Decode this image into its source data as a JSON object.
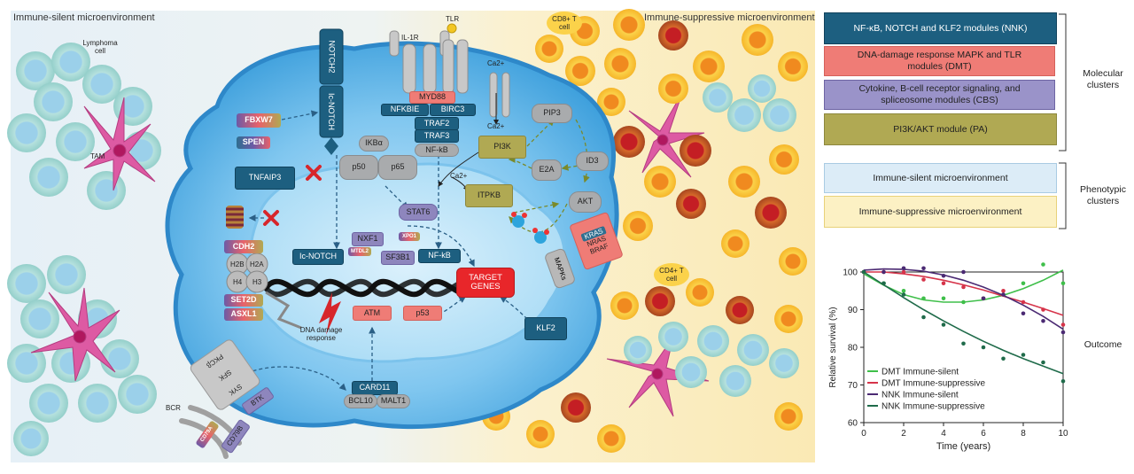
{
  "environments": {
    "left_title": "Immune-silent microenvironment",
    "right_title": "Immune-suppressive microenvironment"
  },
  "cells": {
    "lymphoma": "Lymphoma cell",
    "tam_top": "TAM",
    "cd8": "CD8+ T cell",
    "cd4": "CD4+ T cell"
  },
  "receptors": {
    "notch2": "NOTCH2",
    "ic_notch_membrane": "Ic-NOTCH",
    "il1r": "IL-1R",
    "tlr": "TLR",
    "ca_top": "Ca2+",
    "bcr": "BCR"
  },
  "nodes": {
    "myd88": "MYD88",
    "nfkbie": "NFKBIE",
    "birc3": "BIRC3",
    "traf2": "TRAF2",
    "traf3": "TRAF3",
    "nfkb_top": "NF-kB",
    "ikba": "IKBα",
    "p50": "p50",
    "p65": "p65",
    "fbxw7": "FBXW7",
    "spen": "SPEN",
    "tnfaip3": "TNFAIP3",
    "pi3k": "PI3K",
    "pip3": "PIP3",
    "e2a": "E2A",
    "id3": "ID3",
    "akt": "AKT",
    "ca_mid": "Ca2+",
    "ca_low": "Ca2+",
    "itpkb": "ITPKB",
    "stat6": "STAT6",
    "nxf1": "NXF1",
    "xpo1": "XPO1",
    "mtdl2": "MTDL2",
    "sf3b1": "SF3B1",
    "nfkb_nuc": "NF-kB",
    "ic_notch_nuc": "Ic-NOTCH",
    "target_genes": "TARGET GENES",
    "cdh2": "CDH2",
    "h2b": "H2B",
    "h2a": "H2A",
    "h4": "H4",
    "h3": "H3",
    "setd2": "SET2D",
    "asxl1": "ASXL1",
    "atm": "ATM",
    "p53": "p53",
    "dna_damage": "DNA damage response",
    "klf2": "KLF2",
    "card11": "CARD11",
    "bcl10": "BCL10",
    "malt1": "MALT1",
    "kras": "KRAS",
    "nras": "NRAS",
    "braf": "BRAF",
    "mapks": "MAPKs",
    "pkcb": "PKCβ",
    "sfk": "SFK",
    "syk": "SYK",
    "btk": "BTK",
    "cd79b": "CD79B",
    "cd79a": "CD79A"
  },
  "legend": {
    "molecular": [
      {
        "label": "NF-κB, NOTCH and KLF2 modules (NNK)",
        "color": "#1d5f80",
        "text": "#ffffff"
      },
      {
        "label": "DNA-damage response MAPK and TLR modules (DMT)",
        "color": "#ef7c76",
        "text": "#222222"
      },
      {
        "label": "Cytokine, B-cell receptor signaling, and spliceosome modules (CBS)",
        "color": "#9a93c9",
        "text": "#222222"
      },
      {
        "label": "PI3K/AKT module (PA)",
        "color": "#b0a953",
        "text": "#222222"
      }
    ],
    "phenotypic": [
      {
        "label": "Immune-silent microenvironment",
        "color": "#dcecf7",
        "border": "#a9cbe3"
      },
      {
        "label": "Immune-suppressive microenvironment",
        "color": "#fcf1c4",
        "border": "#e8d27a"
      }
    ],
    "molecular_label": "Molecular clusters",
    "phenotypic_label": "Phenotypic clusters",
    "outcome_label": "Outcome"
  },
  "chart_data": {
    "type": "line",
    "title": "",
    "xlabel": "Time (years)",
    "ylabel": "Relative survival (%)",
    "xlim": [
      0,
      10
    ],
    "ylim": [
      60,
      100
    ],
    "xticks": [
      0,
      2,
      4,
      6,
      8,
      10
    ],
    "yticks": [
      60,
      70,
      80,
      90,
      100
    ],
    "legend_position": "bottom-left",
    "series": [
      {
        "name": "DMT Immune-silent",
        "color": "#3fbf4a",
        "points": [
          [
            0,
            100
          ],
          [
            1,
            97
          ],
          [
            2,
            95
          ],
          [
            3,
            93
          ],
          [
            4,
            93
          ],
          [
            5,
            92
          ],
          [
            6,
            93
          ],
          [
            7,
            94
          ],
          [
            8,
            97
          ],
          [
            9,
            102
          ],
          [
            10,
            97
          ]
        ],
        "fit": [
          [
            0,
            99.5
          ],
          [
            1,
            96.5
          ],
          [
            2,
            94
          ],
          [
            3,
            92.6
          ],
          [
            4,
            92
          ],
          [
            5,
            92
          ],
          [
            6,
            92.6
          ],
          [
            7,
            93.8
          ],
          [
            8,
            95.6
          ],
          [
            9,
            97.8
          ],
          [
            10,
            100.5
          ]
        ]
      },
      {
        "name": "DMT Immune-suppressive",
        "color": "#d6344a",
        "points": [
          [
            0,
            100
          ],
          [
            1,
            100
          ],
          [
            2,
            100
          ],
          [
            3,
            98
          ],
          [
            4,
            97
          ],
          [
            5,
            96
          ],
          [
            6,
            93
          ],
          [
            7,
            95
          ],
          [
            8,
            92
          ],
          [
            9,
            90
          ],
          [
            10,
            86
          ]
        ],
        "fit": [
          [
            0,
            100
          ],
          [
            1,
            100
          ],
          [
            2,
            99.5
          ],
          [
            3,
            98.8
          ],
          [
            4,
            97.8
          ],
          [
            5,
            96.6
          ],
          [
            6,
            95.2
          ],
          [
            7,
            93.6
          ],
          [
            8,
            92
          ],
          [
            9,
            90.3
          ],
          [
            10,
            88.5
          ]
        ]
      },
      {
        "name": "NNK Immune-silent",
        "color": "#4b2a73",
        "points": [
          [
            0,
            100
          ],
          [
            1,
            100
          ],
          [
            2,
            101
          ],
          [
            3,
            101
          ],
          [
            4,
            99
          ],
          [
            5,
            100
          ],
          [
            6,
            93
          ],
          [
            7,
            94
          ],
          [
            8,
            89
          ],
          [
            9,
            87
          ],
          [
            10,
            84
          ]
        ],
        "fit": [
          [
            0,
            100.5
          ],
          [
            1,
            100.8
          ],
          [
            2,
            100.7
          ],
          [
            3,
            100.2
          ],
          [
            4,
            99.2
          ],
          [
            5,
            97.8
          ],
          [
            6,
            96
          ],
          [
            7,
            93.8
          ],
          [
            8,
            91.2
          ],
          [
            9,
            88.2
          ],
          [
            10,
            84.8
          ]
        ]
      },
      {
        "name": "NNK Immune-suppressive",
        "color": "#1f6b4a",
        "points": [
          [
            0,
            100
          ],
          [
            1,
            97
          ],
          [
            2,
            94
          ],
          [
            3,
            88
          ],
          [
            4,
            86
          ],
          [
            5,
            81
          ],
          [
            6,
            80
          ],
          [
            7,
            77
          ],
          [
            8,
            78
          ],
          [
            9,
            76
          ],
          [
            10,
            71
          ]
        ],
        "fit": [
          [
            0,
            100
          ],
          [
            1,
            96.6
          ],
          [
            2,
            93.2
          ],
          [
            3,
            90
          ],
          [
            4,
            87
          ],
          [
            5,
            84.2
          ],
          [
            6,
            81.6
          ],
          [
            7,
            79.2
          ],
          [
            8,
            77
          ],
          [
            9,
            75
          ],
          [
            10,
            73
          ]
        ]
      }
    ]
  }
}
